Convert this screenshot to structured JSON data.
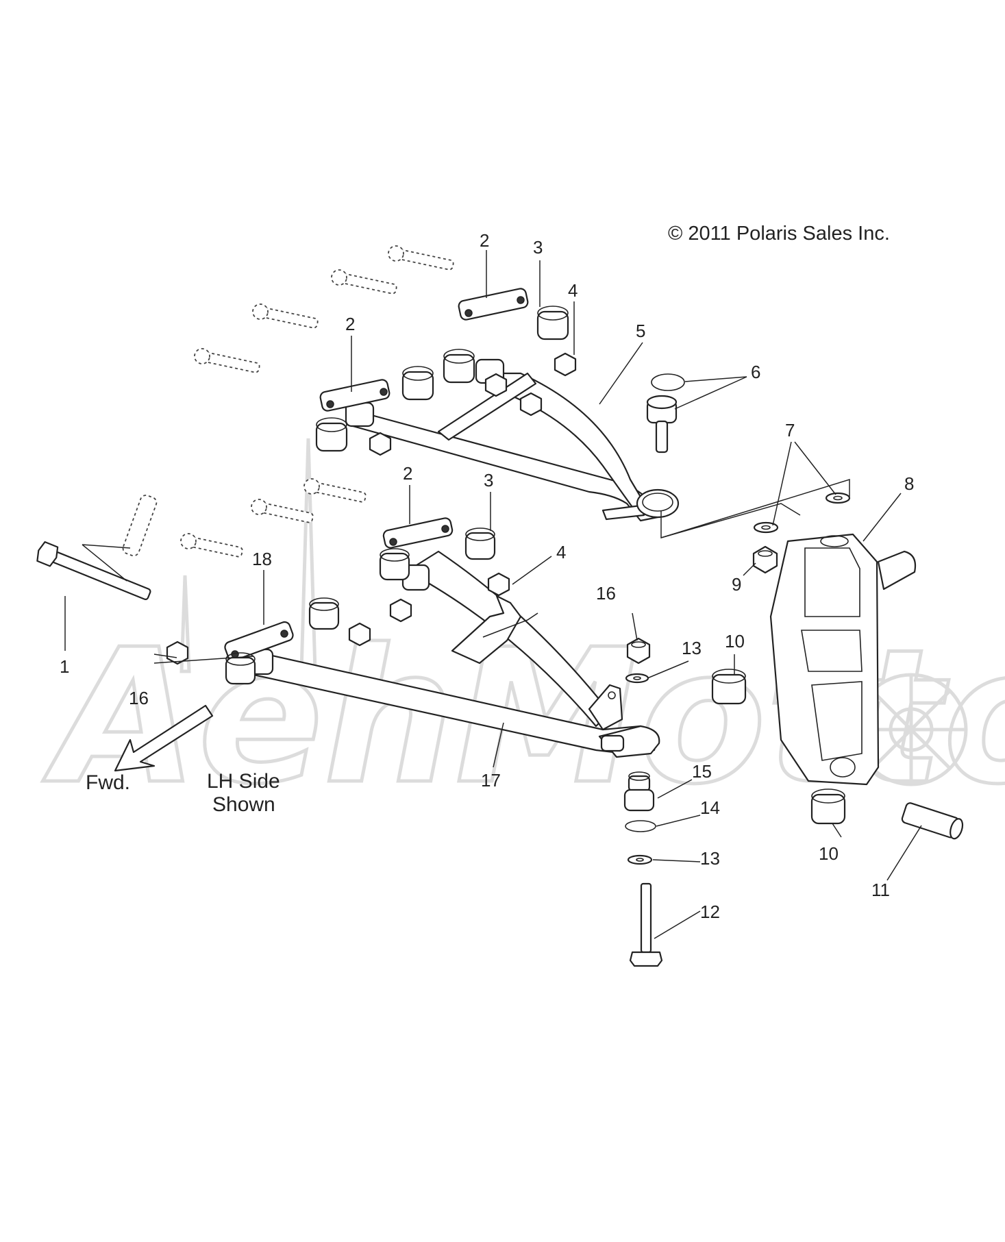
{
  "copyright": "© 2011 Polaris Sales Inc.",
  "watermark": "AehMotto",
  "direction_label": "Fwd.",
  "side_note": [
    "LH Side",
    "Shown"
  ],
  "callouts": {
    "c1": "1",
    "c2a": "2",
    "c2b": "2",
    "c2c": "2",
    "c3a": "3",
    "c3b": "3",
    "c4a": "4",
    "c4b": "4",
    "c5": "5",
    "c6": "6",
    "c7": "7",
    "c8": "8",
    "c9": "9",
    "c10a": "10",
    "c10b": "10",
    "c11": "11",
    "c12": "12",
    "c13a": "13",
    "c13b": "13",
    "c14": "14",
    "c15": "15",
    "c16a": "16",
    "c16b": "16",
    "c17": "17",
    "c18": "18"
  },
  "colors": {
    "line": "#222222",
    "watermark": "#dcdcdc",
    "background": "#ffffff"
  }
}
